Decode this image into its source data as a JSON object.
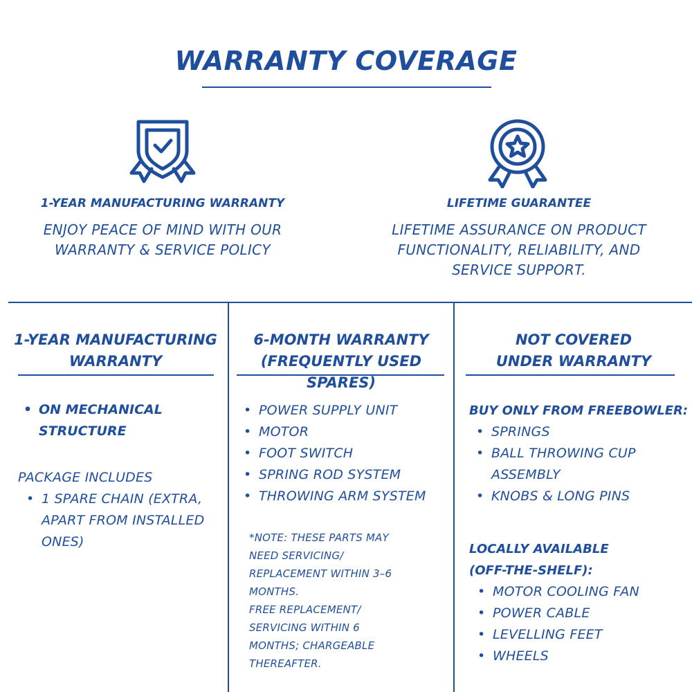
{
  "title": "WARRANTY COVERAGE",
  "features": [
    {
      "icon": "shield-check-icon",
      "title": "1-YEAR MANUFACTURING WARRANTY",
      "description": [
        "ENJOY PEACE OF MIND WITH OUR",
        "WARRANTY & SERVICE POLICY"
      ]
    },
    {
      "icon": "award-star-badge-icon",
      "title": "LIFETIME GUARANTEE",
      "description": [
        "LIFETIME ASSURANCE ON PRODUCT",
        "FUNCTIONALITY, RELIABILITY, AND",
        "SERVICE SUPPORT."
      ]
    }
  ],
  "columns": [
    {
      "heading": [
        "1-YEAR MANUFACTURING",
        "WARRANTY"
      ],
      "items": [
        "ON MECHANICAL STRUCTURE"
      ],
      "package_label": "PACKAGE INCLUDES",
      "package_items": [
        "1 SPARE CHAIN (EXTRA, APART FROM INSTALLED ONES)"
      ]
    },
    {
      "heading": [
        "6-MONTH WARRANTY",
        "(FREQUENTLY USED SPARES)"
      ],
      "items": [
        "POWER SUPPLY UNIT",
        "MOTOR",
        "FOOT SWITCH",
        "SPRING ROD SYSTEM",
        "THROWING ARM SYSTEM"
      ],
      "note": [
        "*NOTE: THESE PARTS MAY",
        "NEED SERVICING/",
        "REPLACEMENT WITHIN 3–6",
        "MONTHS.",
        "FREE REPLACEMENT/",
        "SERVICING WITHIN 6",
        "MONTHS; CHARGEABLE",
        "THEREAFTER."
      ]
    },
    {
      "heading": [
        "NOT COVERED",
        "UNDER WARRANTY"
      ],
      "group1_label": "BUY ONLY FROM FREEBOWLER:",
      "group1_items": [
        "SPRINGS",
        "BALL THROWING CUP ASSEMBLY",
        "KNOBS & LONG PINS"
      ],
      "group2_label": [
        "LOCALLY AVAILABLE",
        "(OFF-THE-SHELF):"
      ],
      "group2_items": [
        "MOTOR COOLING FAN",
        "POWER CABLE",
        "LEVELLING FEET",
        "WHEELS"
      ]
    }
  ],
  "colors": {
    "brand_blue": "#1f4f9c",
    "background": "#ffffff"
  }
}
